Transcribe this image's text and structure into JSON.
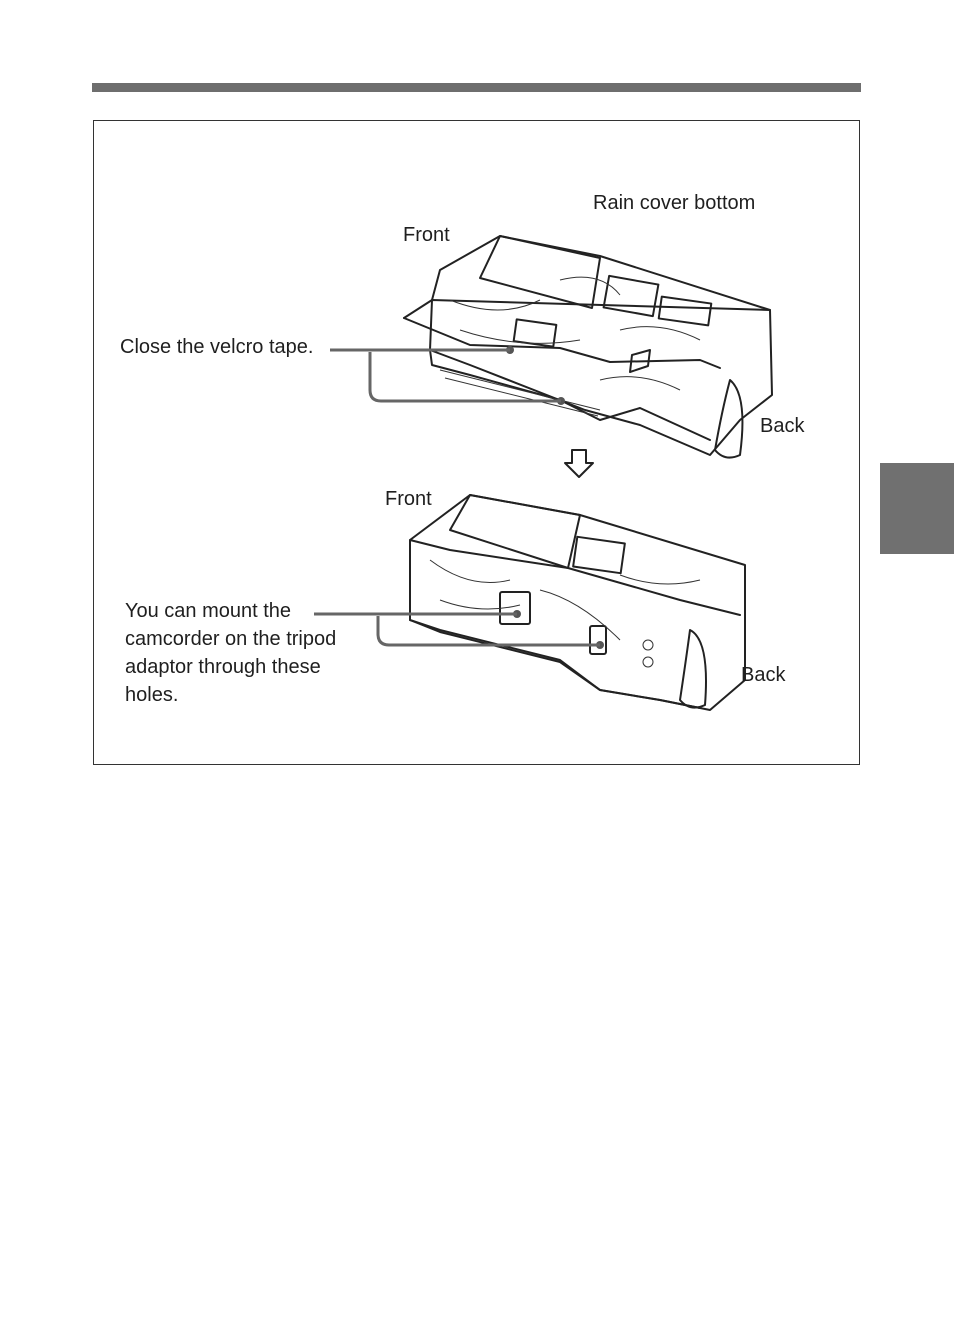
{
  "figure": {
    "labels": {
      "rain_cover_bottom": "Rain cover bottom",
      "front_top": "Front",
      "close_velcro": "Close the velcro tape.",
      "back_top": "Back",
      "front_bottom": "Front",
      "mount_note": "You can mount the camcorder on the tripod adaptor through these holes.",
      "back_bottom": "Back"
    }
  }
}
